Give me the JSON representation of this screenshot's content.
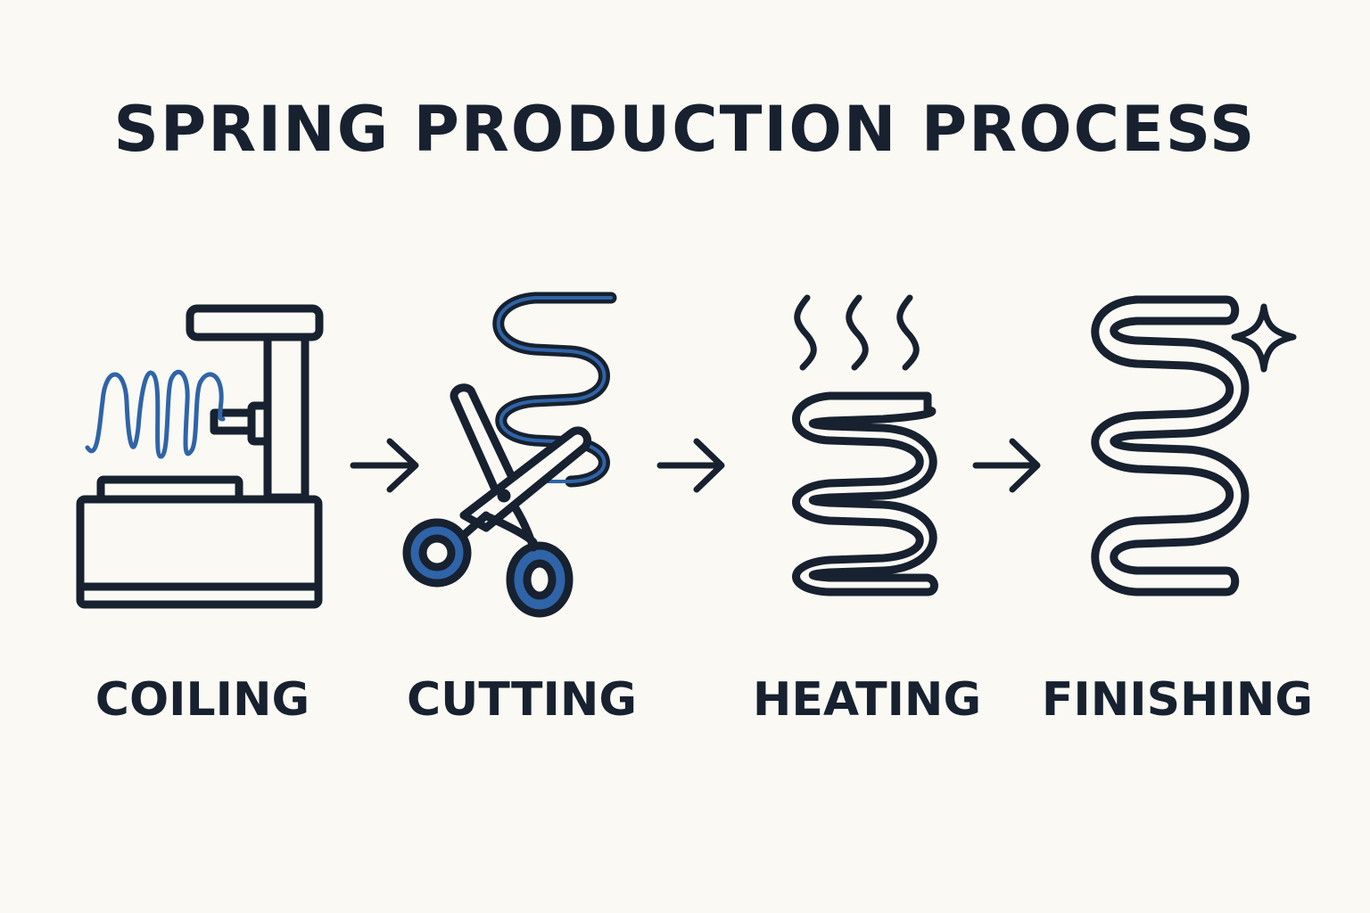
{
  "title": "SPRING PRODUCTION PROCESS",
  "steps": [
    {
      "label": "COILING",
      "icon": "coiling-machine-icon"
    },
    {
      "label": "CUTTING",
      "icon": "scissors-icon"
    },
    {
      "label": "HEATING",
      "icon": "heated-spring-icon"
    },
    {
      "label": "FINISHING",
      "icon": "finished-spring-icon"
    }
  ],
  "colors": {
    "background": "#faf9f4",
    "ink": "#17212f",
    "accent_blue": "#2f64a8",
    "accent_dark_blue": "#223d6b"
  }
}
